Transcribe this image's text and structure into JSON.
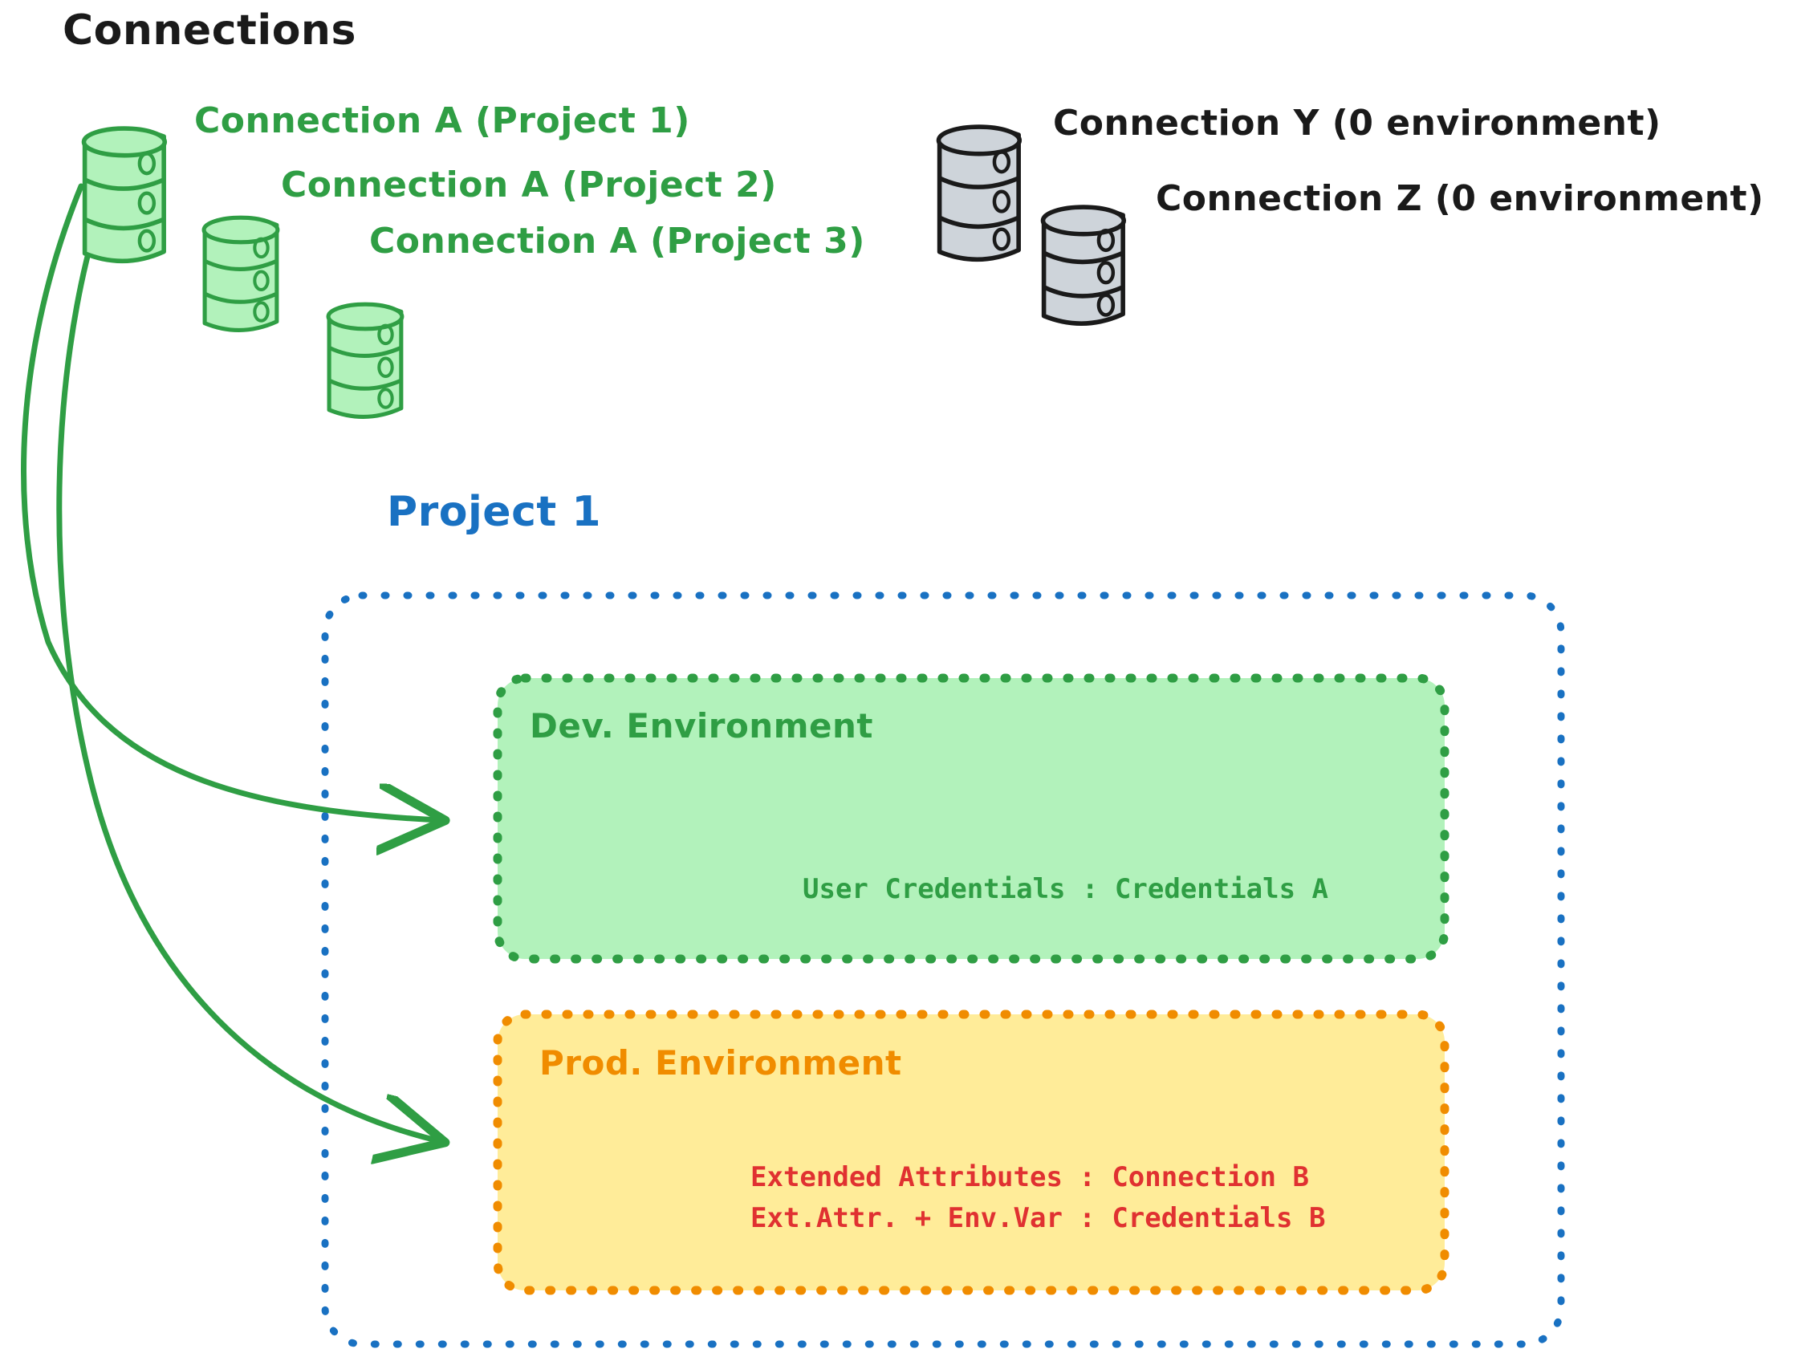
{
  "title": "Connections",
  "connections": {
    "green": [
      {
        "label": "Connection A (Project 1)",
        "icon": "database-icon"
      },
      {
        "label": "Connection A (Project 2)",
        "icon": "database-icon"
      },
      {
        "label": "Connection A (Project 3)",
        "icon": "database-icon"
      }
    ],
    "gray": [
      {
        "label": "Connection Y (0 environment)",
        "icon": "database-icon"
      },
      {
        "label": "Connection Z (0 environment)",
        "icon": "database-icon"
      }
    ]
  },
  "project": {
    "label": "Project 1",
    "environments": [
      {
        "name": "Dev. Environment",
        "lines": [
          "User Credentials : Credentials A"
        ]
      },
      {
        "name": "Prod. Environment",
        "lines": [
          "Extended Attributes : Connection B",
          "Ext.Attr. + Env.Var : Credentials B"
        ]
      }
    ]
  },
  "colors": {
    "title_black": "#1a1a1a",
    "green_stroke": "#2f9e44",
    "green_fill": "#b2f2bb",
    "gray_fill": "#ced4da",
    "gray_stroke": "#1a1a1a",
    "blue": "#1971c2",
    "orange": "#f08c00",
    "yellow_fill": "#ffec99",
    "red": "#e03131"
  }
}
